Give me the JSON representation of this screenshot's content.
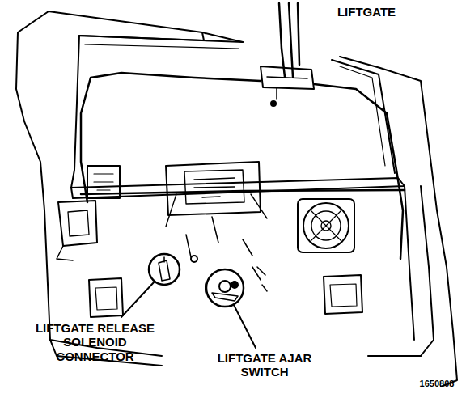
{
  "diagram": {
    "labels": [
      "LIFTGATE",
      "LIFTGATE RELEASE SOLENOID CONNECTOR",
      "LIFTGATE AJAR SWITCH",
      "1650808"
    ]
  }
}
